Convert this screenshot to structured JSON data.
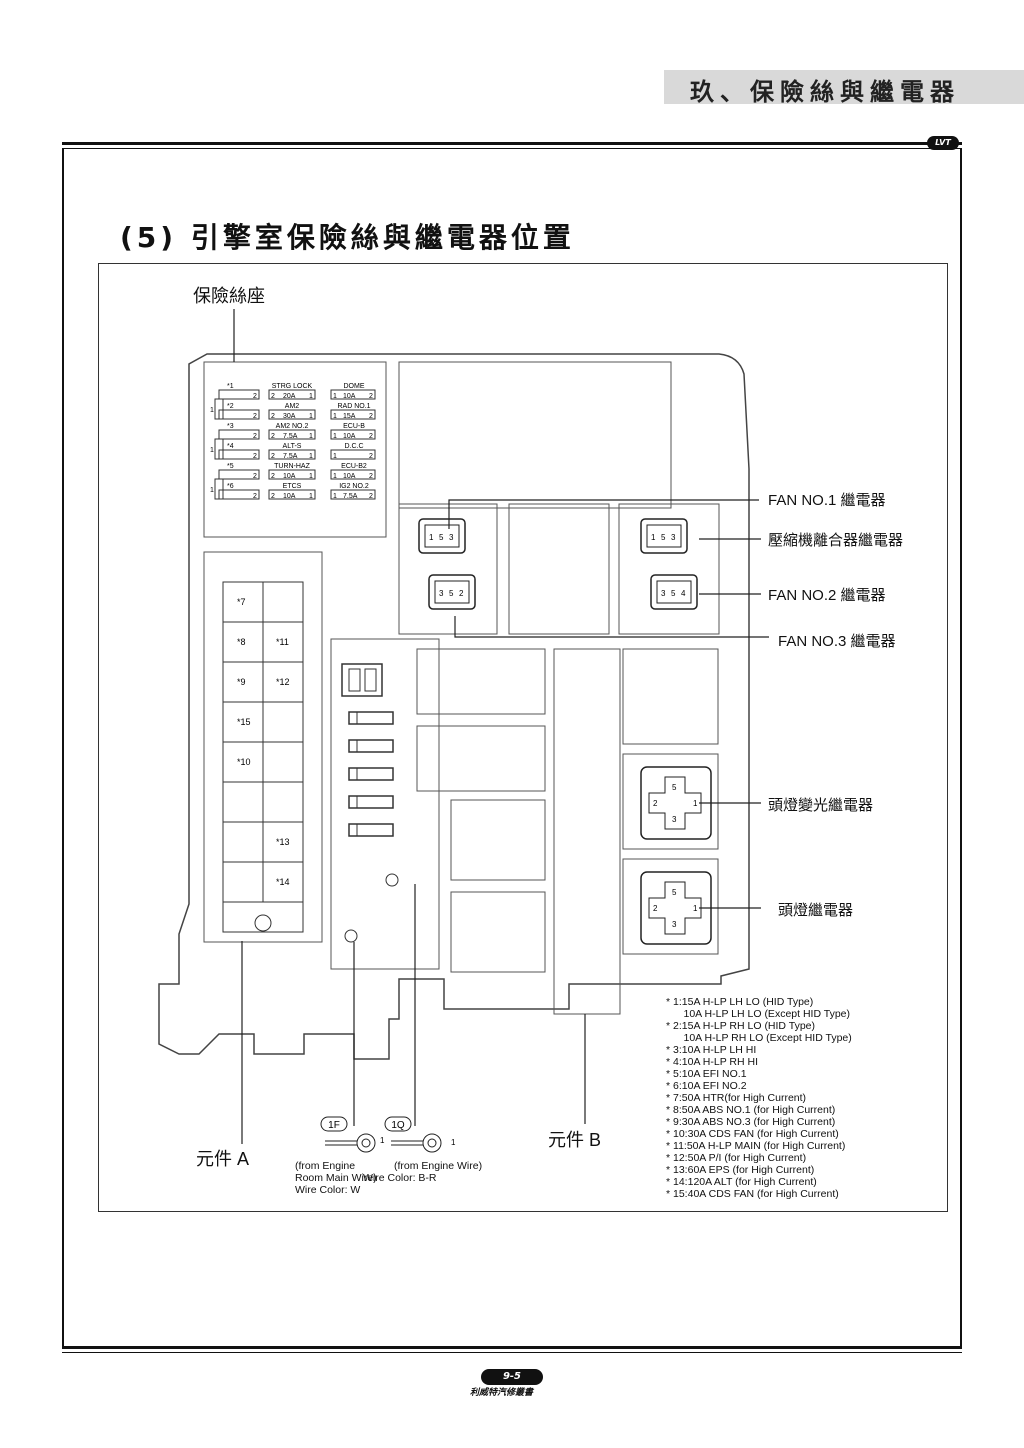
{
  "header": {
    "chapter": "玖、保險絲與繼電器",
    "logo": "LVT"
  },
  "section_title": "(5) 引擎室保險絲與繼電器位置",
  "labels": {
    "fuse_block": "保險絲座",
    "fan1": "FAN NO.1 繼電器",
    "compressor": "壓縮機離合器繼電器",
    "fan2": "FAN NO.2 繼電器",
    "fan3": "FAN NO.3 繼電器",
    "dimmer": "頭燈變光繼電器",
    "headlamp": "頭燈繼電器",
    "part_a": "元件 A",
    "part_b": "元件 B"
  },
  "fuse_panel": {
    "left_marks": [
      "*1",
      "*2",
      "*3",
      "*4",
      "*5",
      "*6"
    ],
    "mid_names": [
      "STRG LOCK",
      "AM2",
      "AM2 NO.2",
      "ALT-S",
      "TURN-HAZ",
      "ETCS"
    ],
    "mid_ratings": [
      "20A",
      "30A",
      "7.5A",
      "7.5A",
      "10A",
      "10A"
    ],
    "right_names": [
      "DOME",
      "RAD NO.1",
      "ECU-B",
      "D.C.C",
      "ECU-B2",
      "IG2 NO.2"
    ],
    "right_ratings": [
      "10A",
      "15A",
      "10A",
      "",
      "10A",
      "7.5A"
    ],
    "pin1": "1",
    "pin2": "2"
  },
  "block_a_cells": [
    "*7",
    "*8",
    "*11",
    "*9",
    "*12",
    "*15",
    "*10",
    "*13",
    "*14"
  ],
  "relay_pins": [
    "1",
    "2",
    "3",
    "4",
    "5"
  ],
  "connectors": {
    "c1": {
      "tag": "1F",
      "pin": "1",
      "desc": [
        "(from Engine",
        "Room Main Wire)",
        "Wire Color: W"
      ]
    },
    "c2": {
      "tag": "1Q",
      "pin": "1",
      "desc": [
        "(from Engine Wire)",
        "Wire Color: B-R"
      ]
    }
  },
  "legend": [
    "* 1:15A H-LP LH LO (HID Type)",
    "      10A H-LP LH LO (Except HID Type)",
    "* 2:15A H-LP RH LO (HID Type)",
    "      10A H-LP RH LO (Except HID Type)",
    "* 3:10A H-LP LH HI",
    "* 4:10A H-LP RH HI",
    "* 5:10A EFI NO.1",
    "* 6:10A EFI NO.2",
    "* 7:50A HTR(for High Current)",
    "* 8:50A ABS NO.1 (for High Current)",
    "* 9:30A ABS NO.3 (for High Current)",
    "* 10:30A CDS FAN (for High Current)",
    "* 11:50A H-LP MAIN (for High Current)",
    "* 12:50A P/I (for High Current)",
    "* 13:60A EPS (for High Current)",
    "* 14:120A ALT (for High Current)",
    "* 15:40A CDS FAN (for High Current)"
  ],
  "footer": {
    "page": "9-5",
    "publisher": "利威特汽修叢書"
  }
}
